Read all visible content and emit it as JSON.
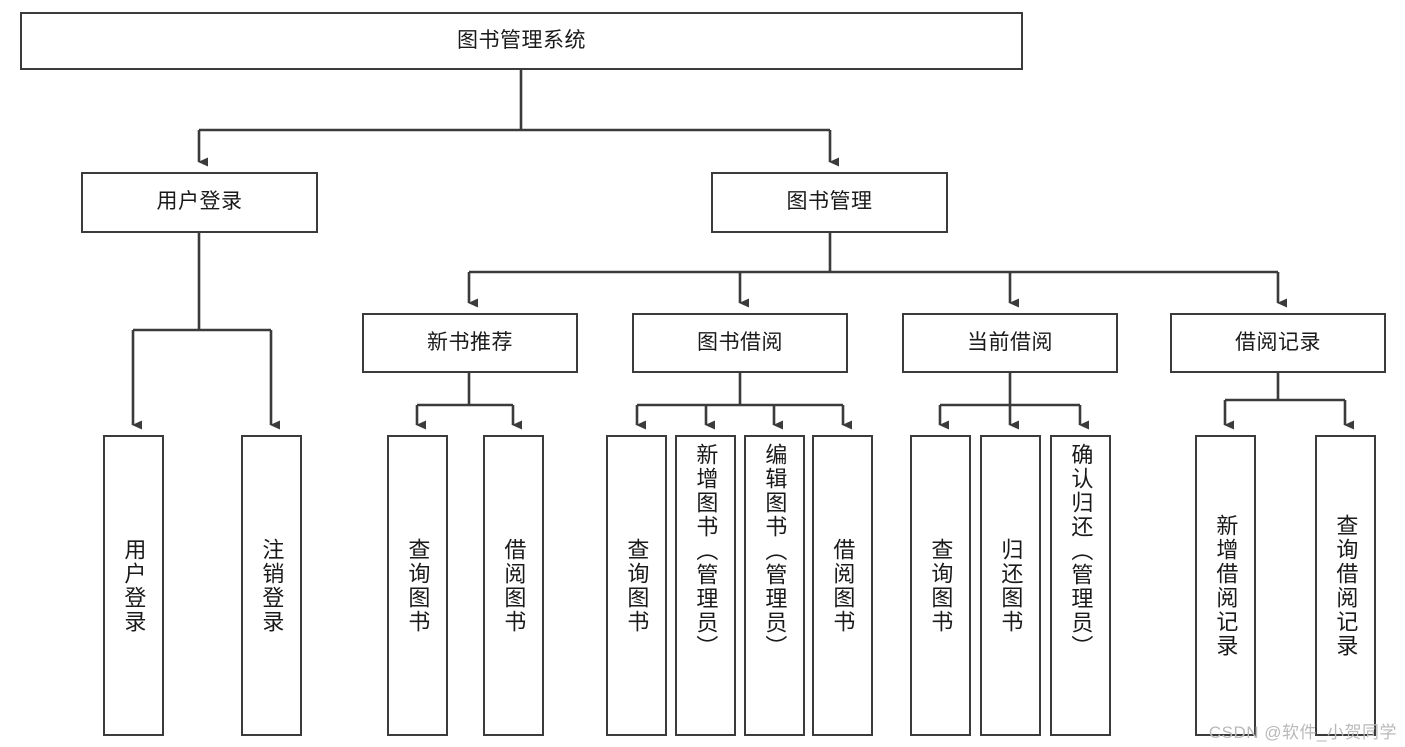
{
  "diagram": {
    "title": "图书管理系统",
    "watermark": "CSDN @软件_小贺同学",
    "line_color": "#3b3b3b",
    "box_fill": "#ffffff",
    "text_color": "#1a1a1a",
    "watermark_color": "#b9b9b9",
    "root": {
      "label": "图书管理系统"
    },
    "level2": [
      {
        "label": "用户登录"
      },
      {
        "label": "图书管理"
      }
    ],
    "level3": [
      {
        "label": "新书推荐"
      },
      {
        "label": "图书借阅"
      },
      {
        "label": "当前借阅"
      },
      {
        "label": "借阅记录"
      }
    ],
    "leaves": {
      "user_login": [
        {
          "label": "用户登录"
        },
        {
          "label": "注销登录"
        }
      ],
      "new_book_rec": [
        {
          "label": "查询图书"
        },
        {
          "label": "借阅图书"
        }
      ],
      "book_borrow": [
        {
          "label": "查询图书"
        },
        {
          "label": "新增图书（管理员）"
        },
        {
          "label": "编辑图书（管理员）"
        },
        {
          "label": "借阅图书"
        }
      ],
      "current_borrow": [
        {
          "label": "查询图书"
        },
        {
          "label": "归还图书"
        },
        {
          "label": "确认归还（管理员）"
        }
      ],
      "borrow_record": [
        {
          "label": "新增借阅记录"
        },
        {
          "label": "查询借阅记录"
        }
      ]
    }
  }
}
